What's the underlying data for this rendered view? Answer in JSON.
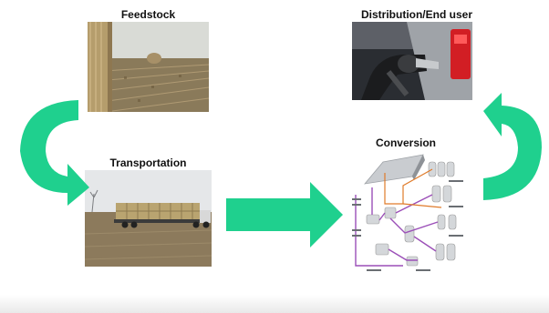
{
  "stages": {
    "feedstock": "Feedstock",
    "transportation": "Transportation",
    "conversion": "Conversion",
    "distribution": "Distribution/End user"
  },
  "colors": {
    "arrow": "#1fd08e",
    "arrow_dark": "#13a870"
  },
  "icons": [
    "hay-field-photo",
    "hay-truck-photo",
    "refinery-diagram",
    "fuel-nozzle-photo"
  ]
}
